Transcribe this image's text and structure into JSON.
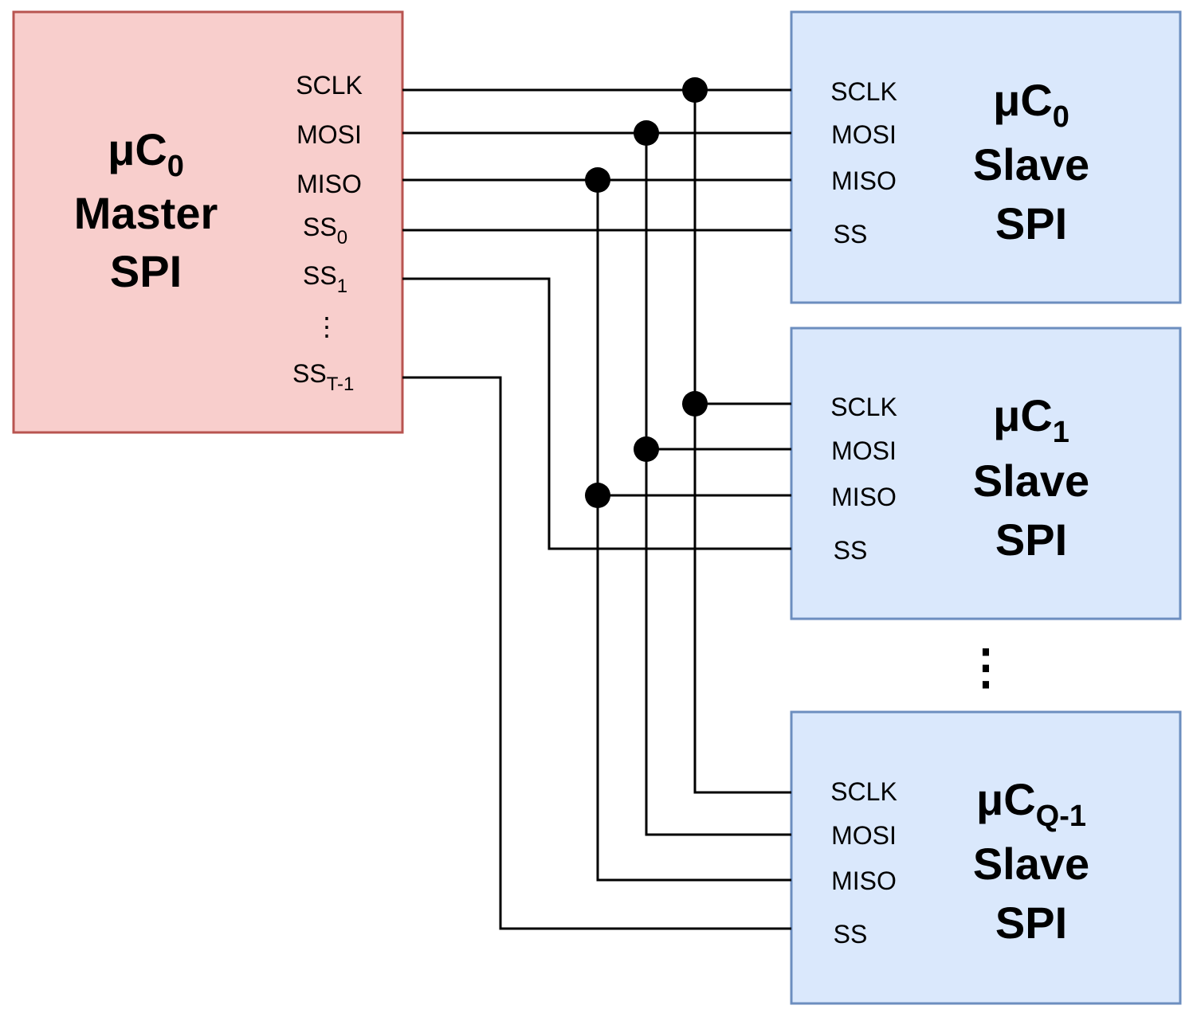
{
  "master": {
    "title_main": "μC",
    "title_sub": "0",
    "line2": "Master",
    "line3": "SPI",
    "pins": {
      "sclk": "SCLK",
      "mosi": "MOSI",
      "miso": "MISO",
      "ss0_main": "SS",
      "ss0_sub": "0",
      "ss1_main": "SS",
      "ss1_sub": "1",
      "ellipsis": "⋮",
      "sslast_main": "SS",
      "sslast_sub": "T-1"
    },
    "colors": {
      "fill": "#f8cecc",
      "stroke": "#b85450"
    }
  },
  "slaves": [
    {
      "title_main": "μC",
      "title_sub": "0",
      "line2": "Slave",
      "line3": "SPI",
      "pins": {
        "sclk": "SCLK",
        "mosi": "MOSI",
        "miso": "MISO",
        "ss": "SS"
      }
    },
    {
      "title_main": "μC",
      "title_sub": "1",
      "line2": "Slave",
      "line3": "SPI",
      "pins": {
        "sclk": "SCLK",
        "mosi": "MOSI",
        "miso": "MISO",
        "ss": "SS"
      }
    },
    {
      "title_main": "μC",
      "title_sub": "Q-1",
      "line2": "Slave",
      "line3": "SPI",
      "pins": {
        "sclk": "SCLK",
        "mosi": "MOSI",
        "miso": "MISO",
        "ss": "SS"
      }
    }
  ],
  "slave_colors": {
    "fill": "#dae8fc",
    "stroke": "#6c8ebf"
  },
  "between_slaves_ellipsis": "⋮"
}
